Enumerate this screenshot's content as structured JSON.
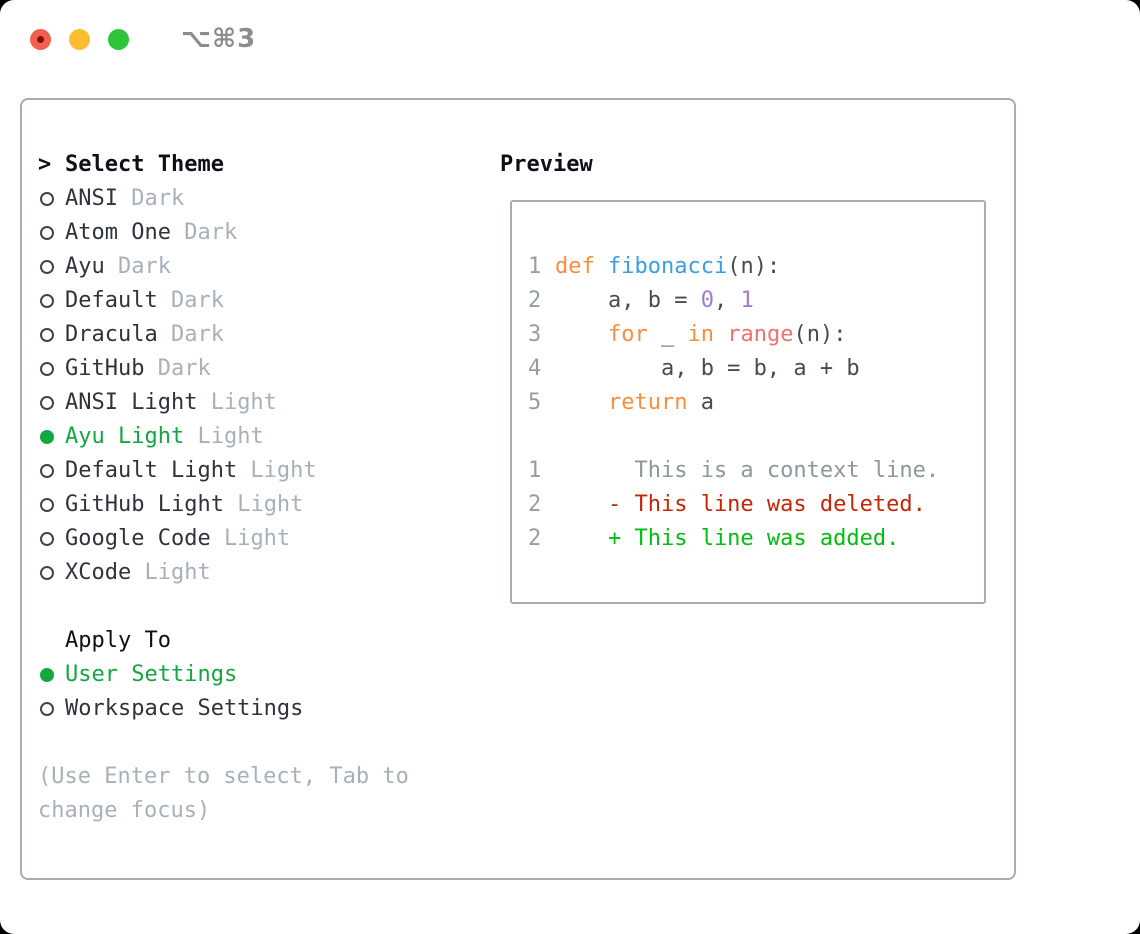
{
  "titlebar": {
    "title": "⌥⌘3"
  },
  "colors": {
    "traffic_red": "#f25f4e",
    "traffic_yellow": "#fdbd2e",
    "traffic_green": "#2ec53b",
    "panel_border": "#a6adb6",
    "selected_green": "#12a73f",
    "item_text": "#2f343c",
    "header_text": "#0d1117",
    "tag_gray": "#a8b0ba",
    "radio_stroke": "#3f454d",
    "plain": "#474c54",
    "kw": "#fa8d3e",
    "fn": "#399ee6",
    "num": "#a37acc",
    "call": "#f07171",
    "ln": "#949ca4",
    "ctx": "#8e969e",
    "del": "#c82506",
    "add": "#02bd10"
  },
  "left": {
    "prompt": ">",
    "title": "Select Theme",
    "themes": [
      {
        "name": "ANSI",
        "tag": "Dark",
        "selected": false
      },
      {
        "name": "Atom One",
        "tag": "Dark",
        "selected": false
      },
      {
        "name": "Ayu",
        "tag": "Dark",
        "selected": false
      },
      {
        "name": "Default",
        "tag": "Dark",
        "selected": false
      },
      {
        "name": "Dracula",
        "tag": "Dark",
        "selected": false
      },
      {
        "name": "GitHub",
        "tag": "Dark",
        "selected": false
      },
      {
        "name": "ANSI Light",
        "tag": "Light",
        "selected": false
      },
      {
        "name": "Ayu Light",
        "tag": "Light",
        "selected": true
      },
      {
        "name": "Default Light",
        "tag": "Light",
        "selected": false
      },
      {
        "name": "GitHub Light",
        "tag": "Light",
        "selected": false
      },
      {
        "name": "Google Code",
        "tag": "Light",
        "selected": false
      },
      {
        "name": "XCode",
        "tag": "Light",
        "selected": false
      }
    ],
    "apply_title": "Apply To",
    "apply_options": [
      {
        "name": "User Settings",
        "selected": true
      },
      {
        "name": "Workspace Settings",
        "selected": false
      }
    ],
    "help_line1": "(Use Enter to select, Tab to",
    "help_line2": "change focus)"
  },
  "preview": {
    "title": "Preview",
    "lines": [
      {
        "num": "1",
        "tokens": [
          [
            "kw",
            "def"
          ],
          [
            "plain",
            " "
          ],
          [
            "fn",
            "fibonacci"
          ],
          [
            "plain",
            "(n):"
          ]
        ]
      },
      {
        "num": "2",
        "tokens": [
          [
            "plain",
            "    a, b = "
          ],
          [
            "num",
            "0"
          ],
          [
            "plain",
            ", "
          ],
          [
            "num",
            "1"
          ]
        ]
      },
      {
        "num": "3",
        "tokens": [
          [
            "plain",
            "    "
          ],
          [
            "kw",
            "for"
          ],
          [
            "plain",
            " _ "
          ],
          [
            "kw",
            "in"
          ],
          [
            "plain",
            " "
          ],
          [
            "call",
            "range"
          ],
          [
            "plain",
            "(n):"
          ]
        ]
      },
      {
        "num": "4",
        "tokens": [
          [
            "plain",
            "        a, b = b, a + b"
          ]
        ]
      },
      {
        "num": "5",
        "tokens": [
          [
            "plain",
            "    "
          ],
          [
            "kw",
            "return"
          ],
          [
            "plain",
            " a"
          ]
        ]
      },
      {
        "num": "",
        "tokens": []
      },
      {
        "num": "1",
        "tokens": [
          [
            "ctx",
            "      This is a context line."
          ]
        ]
      },
      {
        "num": "2",
        "tokens": [
          [
            "del",
            "    - This line was deleted."
          ]
        ]
      },
      {
        "num": "2",
        "tokens": [
          [
            "add",
            "    + This line was added."
          ]
        ]
      }
    ]
  }
}
